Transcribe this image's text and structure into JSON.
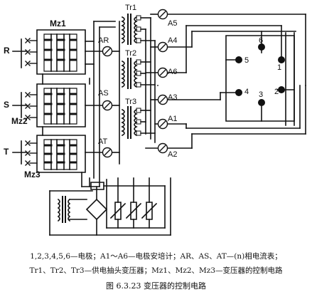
{
  "diagram": {
    "phase_labels": {
      "r": "R",
      "s": "S",
      "t": "T"
    },
    "switch_labels": {
      "mz1": "Mz1",
      "mz2": "Mz2",
      "mz3": "Mz3"
    },
    "transformer_labels": {
      "tr1": "Tr1",
      "tr2": "Tr2",
      "tr3": "Tr3"
    },
    "phase_ammeter_labels": {
      "ar": "AR",
      "as": "AS",
      "at": "AT"
    },
    "electrode_ammeter_labels": {
      "a1": "A1",
      "a2": "A2",
      "a3": "A3",
      "a4": "A4",
      "a5": "A5",
      "a6": "A6"
    },
    "electrode_numbers": {
      "e1": "1",
      "e2": "2",
      "e3": "3",
      "e4": "4",
      "e5": "5",
      "e6": "6"
    }
  },
  "caption": {
    "line1": "1,2,3,4,5,6—电极；A1～A6—电极安培计；AR、AS、AT—(n)相电流表；",
    "line2": "Tr1、Tr2、Tr3—供电抽头变压器；Mz1、Mz2、Mz3—变压器的控制电路",
    "title": "图 6.3.23   变压器的控制电路"
  }
}
